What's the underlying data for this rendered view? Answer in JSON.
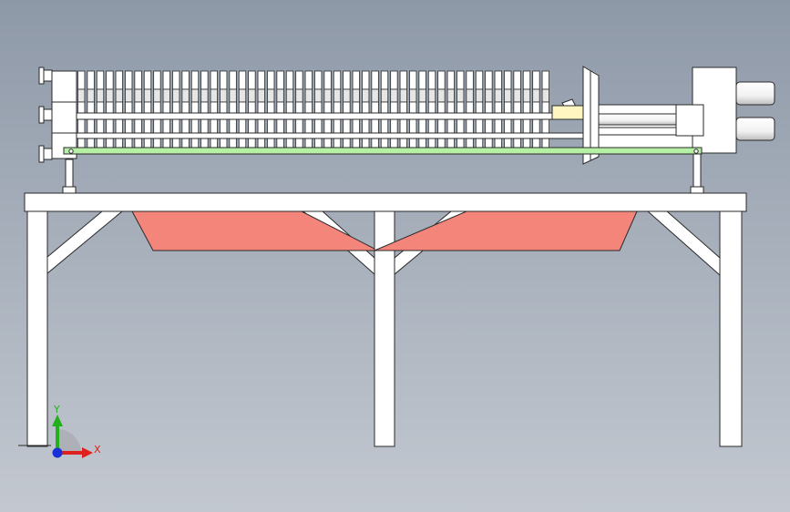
{
  "viewport": {
    "background_top": "#8e99a8",
    "background_bottom": "#c3c8d0"
  },
  "model": {
    "frame_color": "#ffffff",
    "outline_color": "#2a2a2a",
    "drip_tray_color": "#f4857a",
    "tie_rod_color": "#b6f0a4",
    "cylinder_block_color": "#fff6c2",
    "plate_count": 50
  },
  "triad": {
    "x_label": "X",
    "y_label": "Y",
    "x_color": "#e0201c",
    "y_color": "#22b01c",
    "z_color": "#1830d8"
  }
}
